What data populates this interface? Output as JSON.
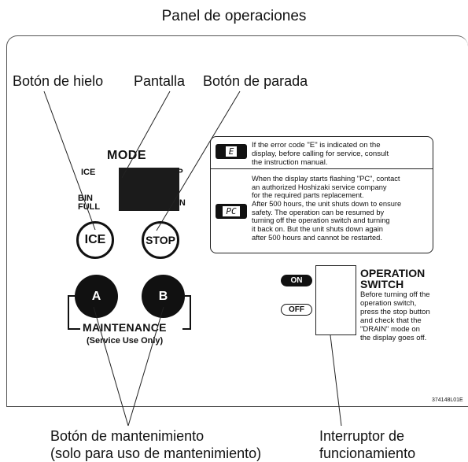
{
  "title": "Panel de operaciones",
  "callouts": {
    "ice_button": "Botón de hielo",
    "display": "Pantalla",
    "stop_button": "Botón de parada",
    "maintenance_line1": "Botón de mantenimiento",
    "maintenance_line2": "(solo para uso de mantenimiento)",
    "switch_line1": "Interruptor de",
    "switch_line2": "funcionamiento"
  },
  "panel": {
    "mode": "MODE",
    "ice_indicator": "ICE",
    "stop_indicator": "STOP",
    "bin_full_line1": "BIN",
    "bin_full_line2": "FULL",
    "drain_indicator": "DRAIN",
    "ice_button": "ICE",
    "stop_button": "STOP",
    "button_a": "A",
    "button_b": "B",
    "maintenance": "MAINTENANCE",
    "maintenance_sub": "(Service Use Only)",
    "code": "374148L01E"
  },
  "info": {
    "error_code": "E",
    "error_text_lines": [
      "If the error code \"E\" is indicated on the",
      "display, before calling for service, consult",
      "the instruction manual."
    ],
    "pc_code": "PC",
    "pc_text_lines": [
      "When the display starts flashing \"PC\", contact",
      "an authorized Hoshizaki service company",
      "for the required parts replacement.",
      "After 500 hours, the unit shuts down to ensure",
      "safety. The operation can be resumed by",
      "turning off the operation switch and turning",
      "it back on. But the unit shuts down again",
      "after 500 hours and cannot be restarted."
    ]
  },
  "operation_switch": {
    "on": "ON",
    "off": "OFF",
    "title_line1": "OPERATION",
    "title_line2": "SWITCH",
    "text_lines": [
      "Before turning off the",
      "operation switch,",
      "press the stop button",
      "and check that the",
      "\"DRAIN\" mode on",
      "the display goes off."
    ]
  }
}
